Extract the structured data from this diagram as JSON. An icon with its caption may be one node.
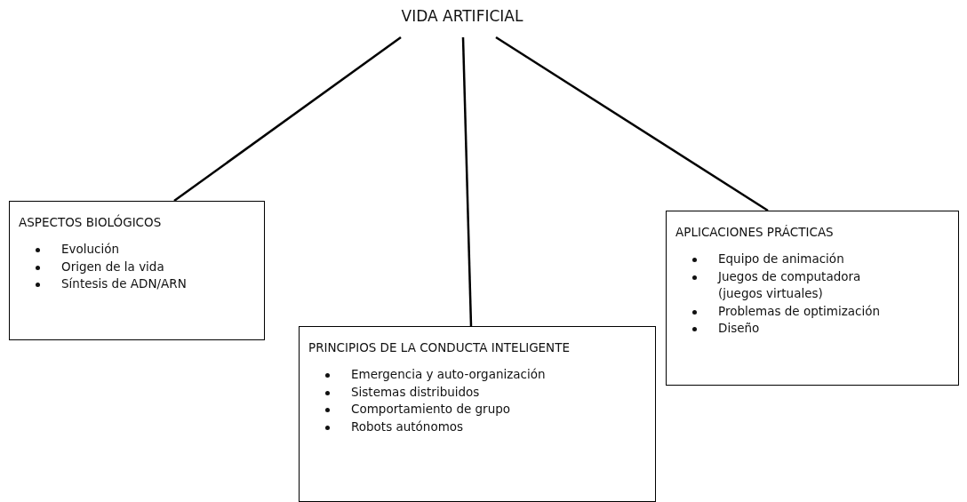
{
  "diagram": {
    "nodes": [
      {
        "text": [
          "VIDA ARTIFICIAL"
        ]
      },
      {
        "text": [
          "ASPECTOS BIOLÓGICOS",
          "Evolución",
          "Origen de la vida",
          "Síntesis de ADN/ARN"
        ]
      },
      {
        "text": [
          "PRINCIPIOS DE LA CONDUCTA INTELIGENTE",
          "Emergencia y auto-organización",
          "Sistemas distribuidos",
          "Comportamiento de grupo",
          "Robots autónomos"
        ]
      },
      {
        "text": [
          "APLICACIONES PRÁCTICAS",
          "Equipo de animación",
          "Juegos de computadora (juegos virtuales)",
          "Problemas de optimización",
          "Diseño"
        ]
      }
    ],
    "edges": [
      {
        "from": 0,
        "to": 1,
        "arrow": "none"
      },
      {
        "from": 0,
        "to": 2,
        "arrow": "none"
      },
      {
        "from": 0,
        "to": 3,
        "arrow": "none"
      }
    ]
  }
}
